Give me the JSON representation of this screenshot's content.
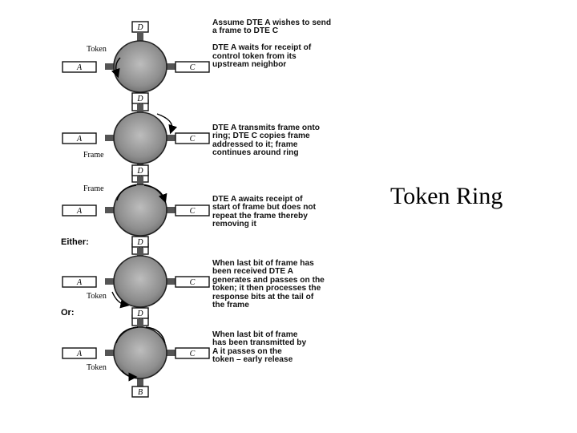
{
  "title": "Token Ring",
  "stage_labels": {
    "either": "Either:",
    "or": "Or:"
  },
  "node_labels": {
    "top": "D",
    "left": "A",
    "right": "C",
    "bottom": "B"
  },
  "panels": [
    {
      "label": "Token",
      "description": "Assume DTE A wishes to send\na frame to DTE C\n\nDTE A waits for receipt of\ncontrol token from its\nupstream neighbor"
    },
    {
      "label": "Frame",
      "description": "DTE A transmits frame onto\nring; DTE C copies frame\naddressed to it; frame\ncontinues around ring"
    },
    {
      "label": "Frame",
      "description": "DTE A awaits receipt of\nstart of frame but does not\nrepeat the frame thereby\nremoving it"
    },
    {
      "label": "Token",
      "description": "When last bit of frame has\nbeen received DTE A\ngenerates and passes on the\ntoken; it then processes the\nresponse bits at the tail of\nthe frame"
    },
    {
      "label": "Token",
      "description": "When last bit of frame\nhas been transmitted by\nA it passes on the\ntoken – early release"
    }
  ]
}
